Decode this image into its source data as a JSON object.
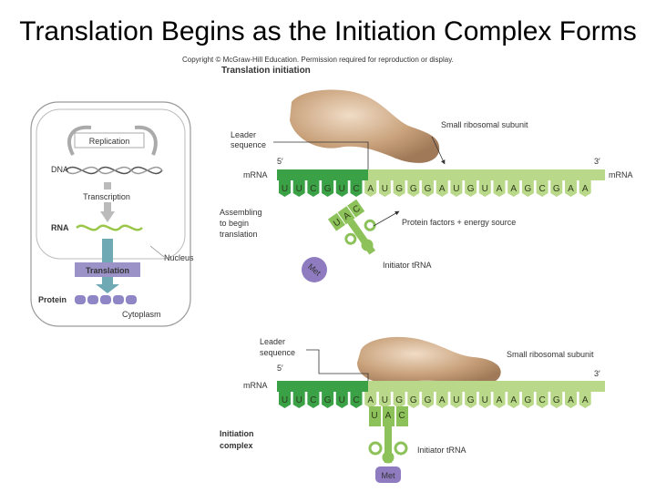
{
  "slide": {
    "title": "Translation Begins as the Initiation Complex Forms",
    "copyright": "Copyright © McGraw-Hill Education. Permission required for reproduction or display.",
    "section_title": "Translation initiation"
  },
  "overview": {
    "replication": "Replication",
    "dna": "DNA",
    "transcription": "Transcription",
    "rna": "RNA",
    "nucleus": "Nucleus",
    "translation": "Translation",
    "protein": "Protein",
    "cytoplasm": "Cytoplasm"
  },
  "top_panel": {
    "leader_sequence": [
      "Leader",
      "sequence"
    ],
    "five_prime": "5′",
    "three_prime": "3′",
    "mrna_left": "mRNA",
    "mrna_right": "mRNA",
    "small_subunit": "Small ribosomal subunit",
    "assembling": [
      "Assembling",
      "to begin",
      "translation"
    ],
    "protein_factors": "Protein factors + energy source",
    "initiator_trna": "Initiator tRNA",
    "met": "Met",
    "anticodon": [
      "U",
      "A",
      "C"
    ]
  },
  "bottom_panel": {
    "leader_sequence": [
      "Leader",
      "sequence"
    ],
    "five_prime": "5′",
    "three_prime": "3′",
    "mrna_left": "mRNA",
    "small_subunit": "Small ribosomal subunit",
    "initiation_complex": [
      "Initiation",
      "complex"
    ],
    "initiator_trna": "Initiator tRNA",
    "met": "Met",
    "anticodon": [
      "U",
      "A",
      "C"
    ]
  },
  "mrna_sequence": [
    "U",
    "U",
    "C",
    "G",
    "U",
    "C",
    "A",
    "U",
    "G",
    "G",
    "G",
    "A",
    "U",
    "G",
    "U",
    "A",
    "A",
    "G",
    "C",
    "G",
    "A",
    "A"
  ],
  "colors": {
    "leader_green": "#3aa147",
    "coding_green": "#b9d88a",
    "ribosome_tan": "#c9a27c",
    "trna_green": "#8dc25a",
    "met_purple": "#8f7cc0",
    "translation_box": "#9b93c7",
    "protein_purple": "#8f86c6",
    "arrow_teal": "#6fa9b3"
  }
}
